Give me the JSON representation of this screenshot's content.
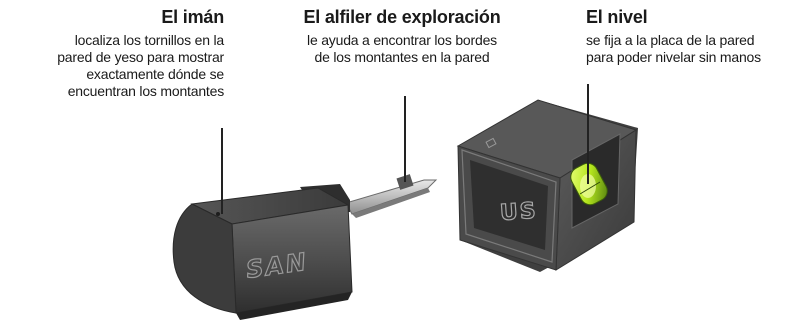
{
  "callouts": {
    "magnet": {
      "title": "El imán",
      "lines": [
        "localiza los tornillos en la",
        "pared de yeso para mostrar",
        "exactamente dónde se",
        "encuentran los montantes"
      ]
    },
    "pin": {
      "title": "El alfiler de exploración",
      "lines": [
        "le ayuda a encontrar los bordes",
        "de los montantes en la pared"
      ]
    },
    "level": {
      "title": "El nivel",
      "lines": [
        "se fija a la placa de la pared",
        "para poder nivelar sin manos"
      ]
    }
  },
  "device": {
    "front_logo": "SAN",
    "cap_logo": "US"
  },
  "colors": {
    "body_dark": "#3a3a3a",
    "body_mid": "#5a5a5a",
    "bubble_green": "#b5e61d",
    "leader": "#222222"
  }
}
